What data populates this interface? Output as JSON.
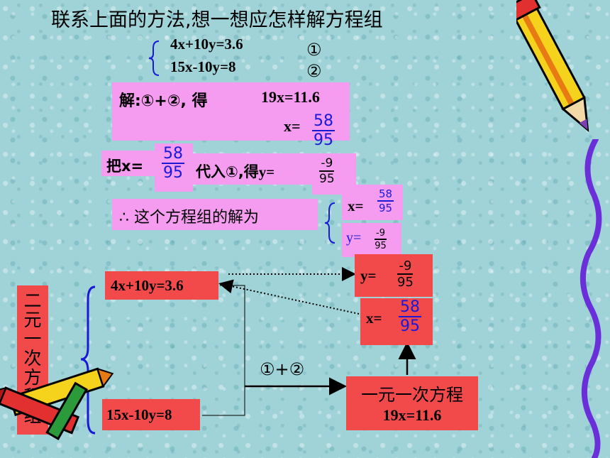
{
  "title": "联系上面的方法,想一想应怎样解方程组",
  "system": {
    "eq1": "4x+10y=3.6",
    "eq2": "15x-10y=8",
    "mark1": "①",
    "mark2": "②"
  },
  "solution": {
    "step1_prefix": "解:①+②, 得",
    "step1_eq": "19x=11.6",
    "x_label": "x=",
    "x_num": "58",
    "x_den": "95",
    "sub_prefix": "把x=",
    "sub_mid": "代入①,得",
    "y_label": "y=",
    "y_num": "-9",
    "y_den": "95",
    "answer_text": "∴ 这个方程组的解为"
  },
  "diagram": {
    "left_label": "二元一次方程组",
    "eq1": "4x+10y=3.6",
    "eq2": "15x-10y=8",
    "op_label": "①+②",
    "linear_title": "一元一次方程",
    "linear_eq": "19x=11.6",
    "y_label": "y=",
    "y_num": "-9",
    "y_den": "95",
    "x_label": "x=",
    "x_num": "58",
    "x_den": "95"
  }
}
